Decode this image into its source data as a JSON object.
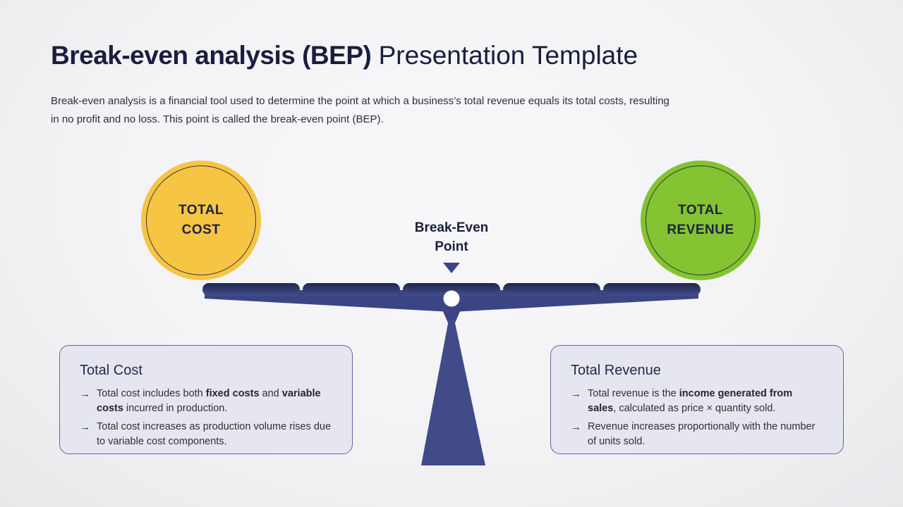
{
  "slide": {
    "title_highlight": "Break-even analysis (BEP)",
    "title_rest": " Presentation Template",
    "intro": "Break-even analysis is a financial tool used to determine the point at which a business’s total revenue equals its total costs, resulting in no profit and no loss. This point is called the break-even point (BEP)."
  },
  "scale": {
    "left_circle_label": "TOTAL COST",
    "right_circle_label": "TOTAL REVENUE",
    "center_label": "Break-Even Point"
  },
  "cards": [
    {
      "heading": "Total Cost",
      "bullets": [
        {
          "segments": [
            {
              "text": "Total cost includes both ",
              "bold": false
            },
            {
              "text": "fixed costs",
              "bold": true
            },
            {
              "text": " and ",
              "bold": false
            },
            {
              "text": "variable costs",
              "bold": true
            },
            {
              "text": " incurred in production.",
              "bold": false
            }
          ]
        },
        {
          "segments": [
            {
              "text": "Total cost increases as production volume rises due to variable cost components.",
              "bold": false
            }
          ]
        }
      ]
    },
    {
      "heading": "Total Revenue",
      "bullets": [
        {
          "segments": [
            {
              "text": "Total revenue is the ",
              "bold": false
            },
            {
              "text": "income generated from sales",
              "bold": true
            },
            {
              "text": ", calculated as price × quantity sold.",
              "bold": false
            }
          ]
        },
        {
          "segments": [
            {
              "text": "Revenue increases proportionally with the number of units sold.",
              "bold": false
            }
          ]
        }
      ]
    }
  ],
  "icons": {
    "bullet_arrow": "→",
    "pointer": "down-triangle"
  },
  "colors": {
    "title-navy": "#1a1e3e",
    "body-text": "#2f2f3d",
    "yellow": "#F7C544",
    "green": "#84C331",
    "circle-text": "#1e2340",
    "beam-dark": "#20264b",
    "beam-light": "#454e8e",
    "wedge": "#3C4584",
    "stand": "#414B88",
    "pointer": "#3B4586",
    "card-bg": "#E6E6F1",
    "card-border": "#5F66AC",
    "card-heading": "#272a44",
    "arrow": "#2b3150"
  }
}
